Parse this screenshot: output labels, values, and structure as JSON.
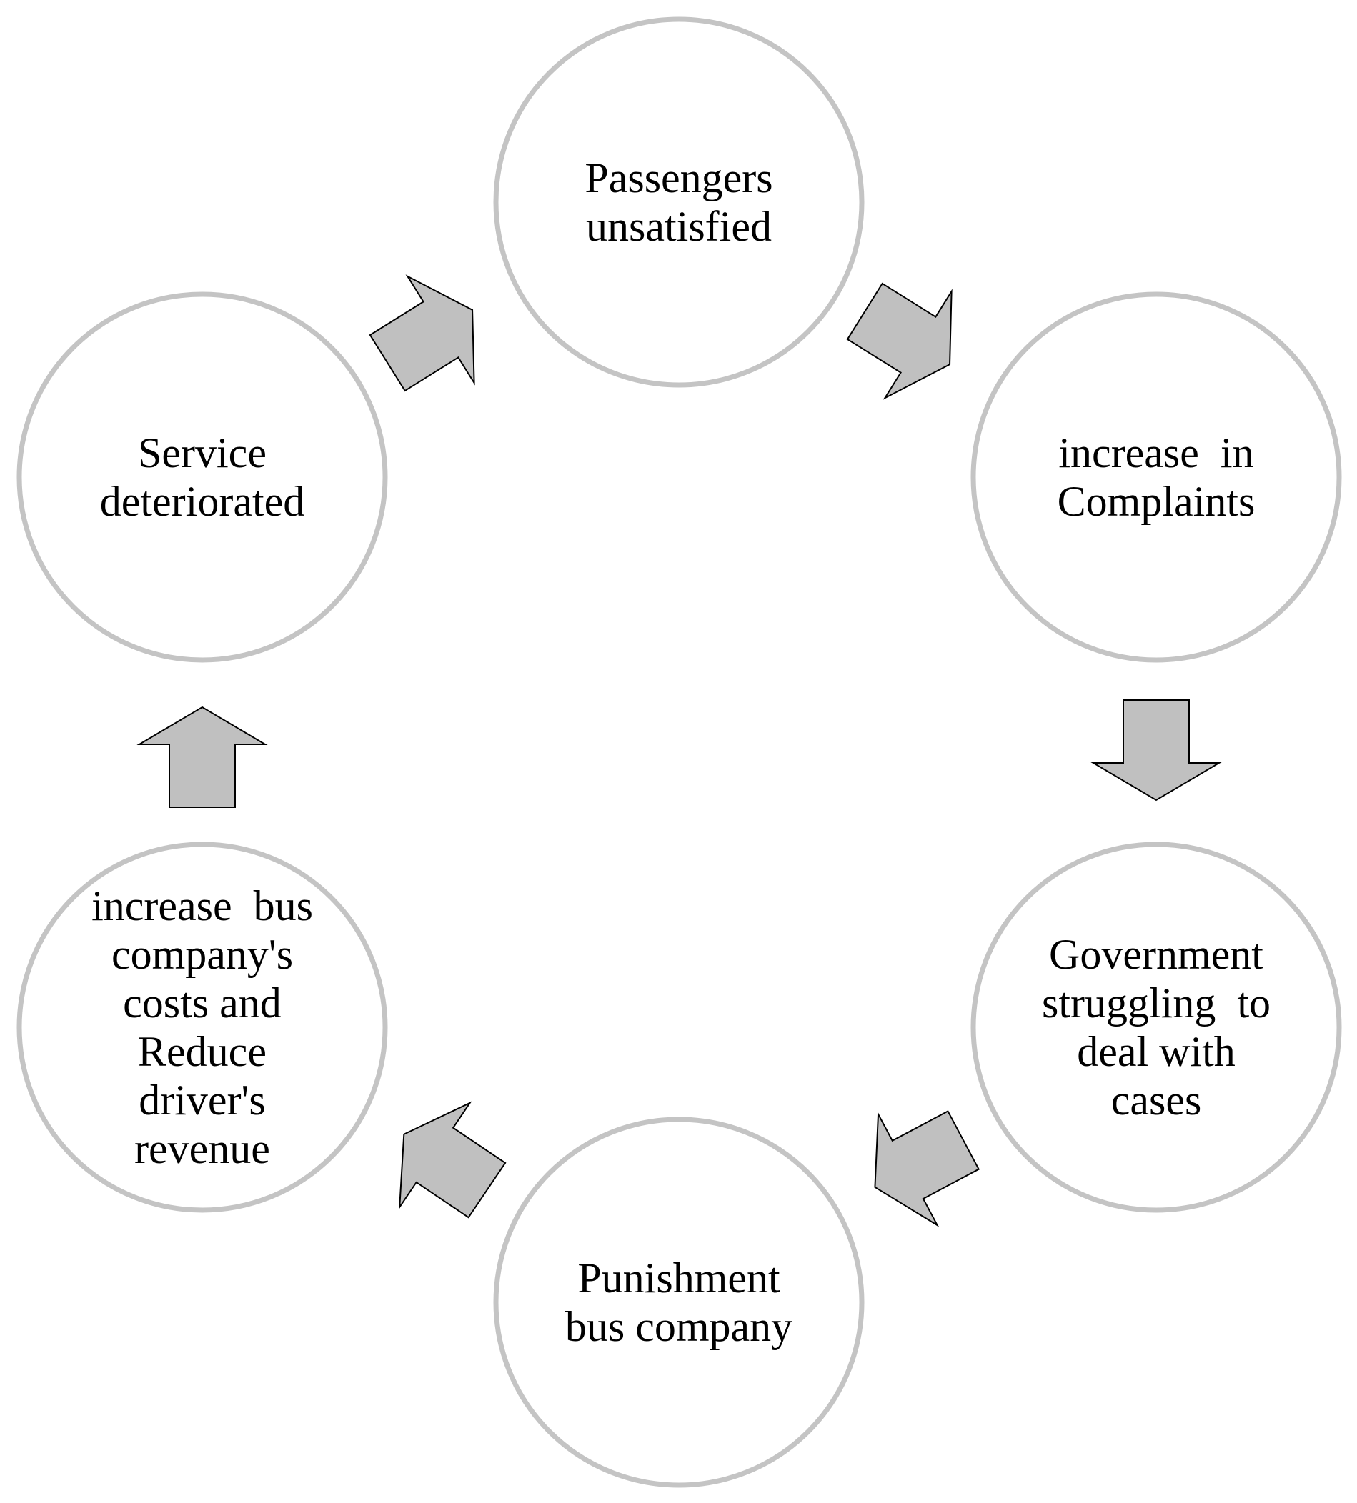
{
  "colors": {
    "circle_stroke": "#c4c4c4",
    "circle_fill": "#ffffff",
    "arrow_fill": "#c0c0c0",
    "arrow_stroke": "#000000",
    "text": "#000000"
  },
  "cycle": {
    "nodes": [
      {
        "id": "passengers-unsatisfied",
        "lines": [
          "Passengers",
          "unsatisfied"
        ]
      },
      {
        "id": "increase-in-complaints",
        "lines": [
          "increase  in",
          "Complaints"
        ]
      },
      {
        "id": "government-struggling",
        "lines": [
          "Government",
          "struggling  to",
          "deal with",
          "cases"
        ]
      },
      {
        "id": "punishment-bus-company",
        "lines": [
          "Punishment",
          "bus company"
        ]
      },
      {
        "id": "increase-costs-reduce-revenue",
        "lines": [
          "increase  bus",
          "company's",
          "costs and",
          "Reduce",
          "driver's",
          "revenue"
        ]
      },
      {
        "id": "service-deteriorated",
        "lines": [
          "Service",
          "deteriorated"
        ]
      }
    ],
    "arrows": [
      {
        "from": "passengers-unsatisfied",
        "to": "increase-in-complaints",
        "icon": "arrow-icon"
      },
      {
        "from": "increase-in-complaints",
        "to": "government-struggling",
        "icon": "arrow-icon"
      },
      {
        "from": "government-struggling",
        "to": "punishment-bus-company",
        "icon": "arrow-icon"
      },
      {
        "from": "punishment-bus-company",
        "to": "increase-costs-reduce-revenue",
        "icon": "arrow-icon"
      },
      {
        "from": "increase-costs-reduce-revenue",
        "to": "service-deteriorated",
        "icon": "arrow-icon"
      },
      {
        "from": "service-deteriorated",
        "to": "passengers-unsatisfied",
        "icon": "arrow-icon"
      }
    ]
  }
}
